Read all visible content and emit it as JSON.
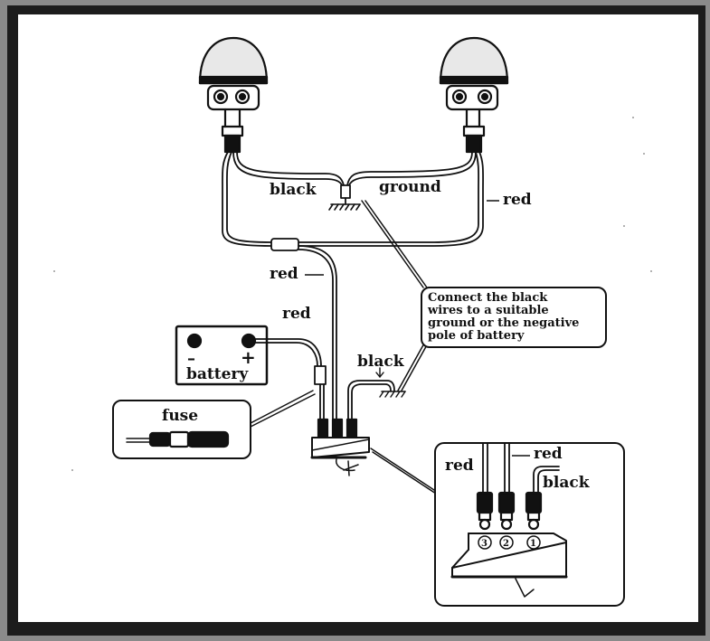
{
  "labels": {
    "black_top": "black",
    "ground": "ground",
    "red_right": "red",
    "red_mid": "red",
    "red_battery": "red",
    "black_mid": "black",
    "battery": "battery",
    "battery_minus": "–",
    "battery_plus": "+",
    "fuse": "fuse",
    "callout": [
      "Connect the black",
      "wires to a suitable",
      "ground or the negative",
      "pole of battery"
    ],
    "inset_red_left": "red",
    "inset_red_right": "red",
    "inset_black": "black",
    "terminal_3": "3",
    "terminal_2": "2",
    "terminal_1": "1"
  }
}
